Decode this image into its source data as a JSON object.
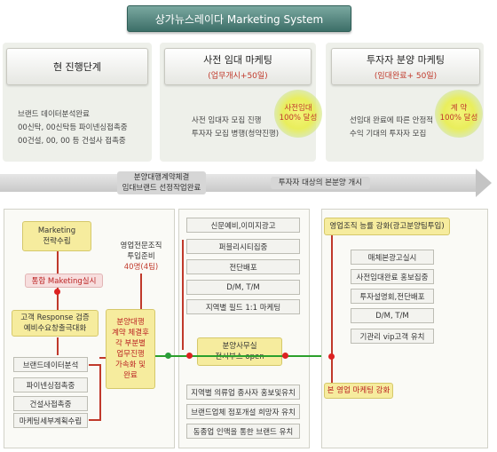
{
  "title": "상가뉴스레이다  Marketing System",
  "phases": [
    {
      "title": "현 진행단계",
      "subtitle": "",
      "body": [
        "브랜드 데이터분석완료",
        "00신탁, 00신탁등 파이넨싱접촉중",
        "00건설, 00, 00 등 건설사 접촉중"
      ]
    },
    {
      "title": "사전 임대 마케팅",
      "subtitle": "(업무개시+50일)",
      "body": [
        "사전 임대자 모집 진행",
        "투자자 모집 병행(청약진행)"
      ],
      "badge": [
        "사전임대",
        "100% 달성"
      ]
    },
    {
      "title": "투자자 분양 마케팅",
      "subtitle": "(임대완료+ 50일)",
      "body": [
        "선임대 완료에 따른 안정적",
        "수익 기대의 투자자 모집"
      ],
      "badge": [
        "계 약",
        "100% 달성"
      ]
    }
  ],
  "timeline": {
    "label_left": [
      "분양대행계약체결",
      "임대브랜드 선정작업완료"
    ],
    "label_right": "투자자 대상의 본분양 개시"
  },
  "left_panel": {
    "marketing": [
      "Marketing",
      "전략수립"
    ],
    "integrated": "통합 Maketing실시",
    "response": [
      "고객 Response 검증",
      "예비수요창출극대화"
    ],
    "items": [
      "브랜드데이터분석",
      "파이넨싱접촉중",
      "건설사접촉중",
      "마케팅세부계획수립"
    ]
  },
  "org_setup": [
    "영업전문조직",
    "투입준비",
    "40명(4팀)"
  ],
  "agency_note": [
    "분양대행",
    "계약 체결후",
    "각 부분별",
    "업무진행",
    "가속화 및",
    "완료"
  ],
  "middle_panel": {
    "top_items": [
      "신문예비,이미지광고",
      "퍼블리시티집중",
      "전단배포",
      "D/M, T/M",
      "지역별 필드 1:1 마케팅"
    ],
    "office": [
      "분양사무실",
      "전시부스 open"
    ],
    "bottom_items": [
      "지역별 의류업 종사자 홍보및유치",
      "브랜드업체 점포개설 희망자 유치",
      "동종업 인맥을 통한 브랜드 유치"
    ]
  },
  "right_panel": {
    "header": "영업조직 능률 강화(광고분양팀투입)",
    "items": [
      "매체본광고실시",
      "사전임대완료 홍보집중",
      "투자설명회,전단배포",
      "D/M, T/M",
      "기관리 vip고객 유치"
    ],
    "footer": "본 영업 마케팅 강화"
  }
}
